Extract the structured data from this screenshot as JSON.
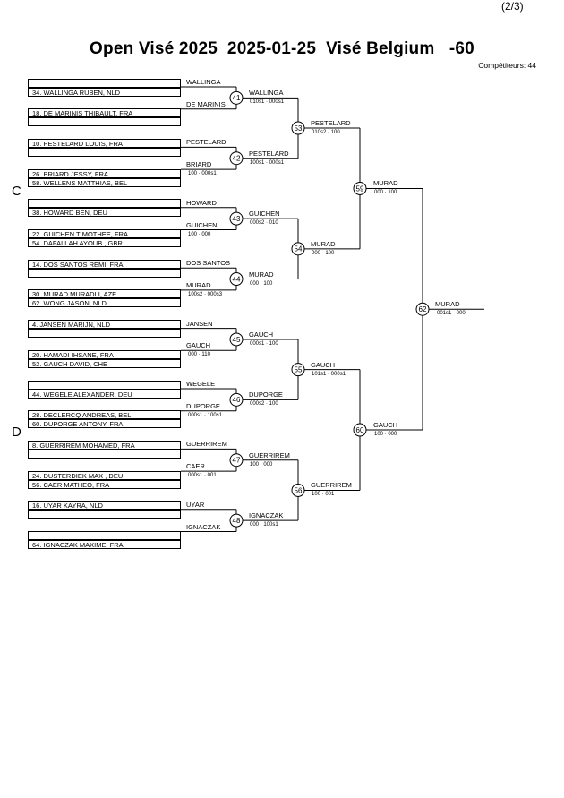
{
  "header": {
    "page_no": "(2/3)",
    "title": "Open Visé 2025  2025-01-25  Visé Belgium   -60",
    "competitors": "Compétiteurs: 44"
  },
  "pools": [
    "C",
    "D"
  ],
  "entries": [
    "",
    "34. WALLINGA RUBEN, NLD",
    "18. DE MARINIS THIBAULT, FRA",
    "",
    "10. PESTELARD LOUIS, FRA",
    "",
    "26. BRIARD JESSY, FRA",
    "58. WELLENS MATTHIAS, BEL",
    "",
    "38. HOWARD BEN, DEU",
    "22. GUICHEN TIMOTHEE, FRA",
    "54. DAFALLAH AYOUB , GBR",
    "14. DOS SANTOS REMI, FRA",
    "",
    "30. MURAD MURADLI, AZE",
    "62. WONG JASON, NLD",
    "4. JANSEN MARIJN, NLD",
    "",
    "20. HAMADI IHSANE, FRA",
    "52. GAUCH DAVID, CHE",
    "",
    "44. WEGELE ALEXANDER, DEU",
    "28. DECLERCQ ANDREAS, BEL",
    "60. DUPORGE ANTONY, FRA",
    "8. GUERRIREM MOHAMED, FRA",
    "",
    "24. DUSTERDIEK MAX , DEU",
    "56. CAER MATHEO, FRA",
    "16. UYAR KAYRA, NLD",
    "",
    "",
    "64. IGNACZAK MAXIME, FRA"
  ],
  "r1": [
    {
      "top": "WALLINGA",
      "bottom": "DE MARINIS",
      "bottom_score": ""
    },
    {
      "top": "PESTELARD",
      "bottom": "BRIARD",
      "bottom_score": "100 · 000s1"
    },
    {
      "top": "HOWARD",
      "bottom": "GUICHEN",
      "bottom_score": "100 · 000"
    },
    {
      "top": "DOS SANTOS",
      "bottom": "MURAD",
      "bottom_score": "100s2 · 000s3"
    },
    {
      "top": "JANSEN",
      "bottom": "GAUCH",
      "bottom_score": "000 · 110"
    },
    {
      "top": "WEGELE",
      "bottom": "DUPORGE",
      "bottom_score": "000s1 · 100s1"
    },
    {
      "top": "GUERRIREM",
      "bottom": "CAER",
      "bottom_score": "000s1 · 001"
    },
    {
      "top": "UYAR",
      "bottom": "IGNACZAK",
      "bottom_score": ""
    }
  ],
  "r2": [
    {
      "num": "41",
      "winner": "WALLINGA",
      "score": "010s1 · 000s1"
    },
    {
      "num": "42",
      "winner": "PESTELARD",
      "score": "100s1 · 000s1"
    },
    {
      "num": "43",
      "winner": "GUICHEN",
      "score": "000s2 · 010"
    },
    {
      "num": "44",
      "winner": "MURAD",
      "score": "000 · 100"
    },
    {
      "num": "45",
      "winner": "GAUCH",
      "score": "000s1 · 100"
    },
    {
      "num": "46",
      "winner": "DUPORGE",
      "score": "000s2 · 100"
    },
    {
      "num": "47",
      "winner": "GUERRIREM",
      "score": "100 · 000"
    },
    {
      "num": "48",
      "winner": "IGNACZAK",
      "score": "000 · 100s1"
    }
  ],
  "r3": [
    {
      "num": "53",
      "winner": "PESTELARD",
      "score": "010s2 · 100"
    },
    {
      "num": "54",
      "winner": "MURAD",
      "score": "000 · 100"
    },
    {
      "num": "55",
      "winner": "GAUCH",
      "score": "101s1 · 000s1"
    },
    {
      "num": "56",
      "winner": "GUERRIREM",
      "score": "100 · 001"
    }
  ],
  "r4": [
    {
      "num": "59",
      "winner": "MURAD",
      "score": "000 · 100"
    },
    {
      "num": "60",
      "winner": "GAUCH",
      "score": "100 · 000"
    }
  ],
  "final": {
    "num": "62",
    "winner": "MURAD",
    "score": "001s1 · 000"
  }
}
